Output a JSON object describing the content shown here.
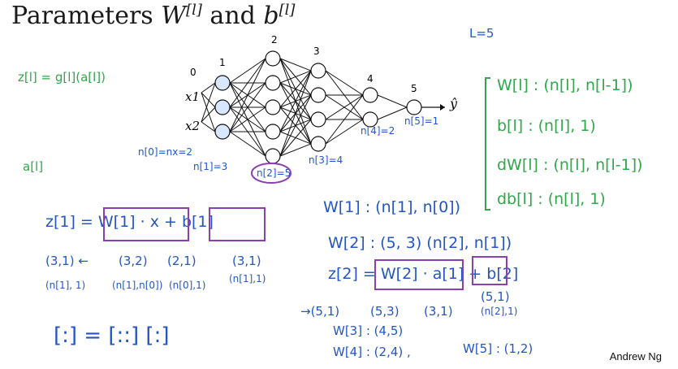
{
  "title": {
    "prefix": "Parameters ",
    "w": "W",
    "sup_w": "[l]",
    "mid": " and ",
    "b": "b",
    "sup_b": "[l]"
  },
  "author": "Andrew Ng",
  "network": {
    "input_labels": [
      "x1",
      "x2"
    ],
    "output_label": "ŷ",
    "layer_indices": [
      "0",
      "1",
      "2",
      "3",
      "4",
      "5"
    ],
    "layer_sizes": [
      2,
      3,
      5,
      4,
      2,
      1
    ]
  },
  "annotations": {
    "L": "L=5",
    "n0": "n[0]=nx=2",
    "n1": "n[1]=3",
    "n2": "n[2]=5",
    "n3": "n[3]=4",
    "n4": "n[4]=2",
    "n5": "n[5]=1",
    "green_z": "z[l] = g[l](a[l])",
    "green_a": "a[l]",
    "rules": [
      "W[l] : (n[l], n[l-1])",
      "b[l] : (n[l], 1)",
      "dW[l] : (n[l], n[l-1])",
      "db[l] : (n[l], 1)"
    ],
    "eq_z1": "z[1] = W[1] · x + b[1]",
    "dims_row1": [
      "(3,1) ←",
      "(3,2)",
      "(2,1)",
      "(3,1)"
    ],
    "dims_row2": [
      "(n[1], 1)",
      "(n[1],n[0])",
      "(n[0],1)",
      "(n[1],1)"
    ],
    "matrix_eq": "[:] = [::] [:]",
    "w1_shape": "W[1] : (n[1], n[0])",
    "w2_shape": "W[2] : (5, 3)   (n[2], n[1])",
    "eq_z2": "z[2] = W[2] · a[1] + b[2]",
    "dims2": [
      "→(5,1)",
      "(5,3)",
      "(3,1)",
      "(5,1)"
    ],
    "dims2_n": "(n[2],1)",
    "w3": "W[3] : (4,5)",
    "w4": "W[4] : (2,4)  ,",
    "w5": "W[5] : (1,2)"
  }
}
